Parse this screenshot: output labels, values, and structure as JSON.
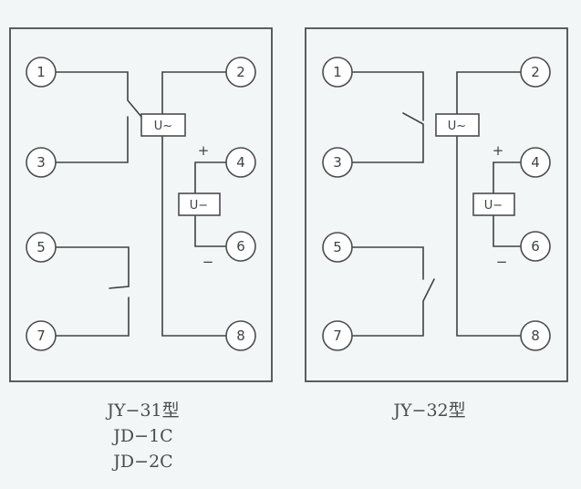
{
  "diagrams": [
    {
      "terminals": [
        "1",
        "2",
        "3",
        "4",
        "5",
        "6",
        "7",
        "8"
      ],
      "ac_coil_label": "U~",
      "dc_coil_label": "U−",
      "plus_label": "+",
      "minus_label": "−",
      "caption_lines": [
        "JY−31型",
        "JD−1C",
        "JD−2C"
      ]
    },
    {
      "terminals": [
        "1",
        "2",
        "3",
        "4",
        "5",
        "6",
        "7",
        "8"
      ],
      "ac_coil_label": "U~",
      "dc_coil_label": "U−",
      "plus_label": "+",
      "minus_label": "−",
      "caption_lines": [
        "JY−32型"
      ]
    }
  ]
}
